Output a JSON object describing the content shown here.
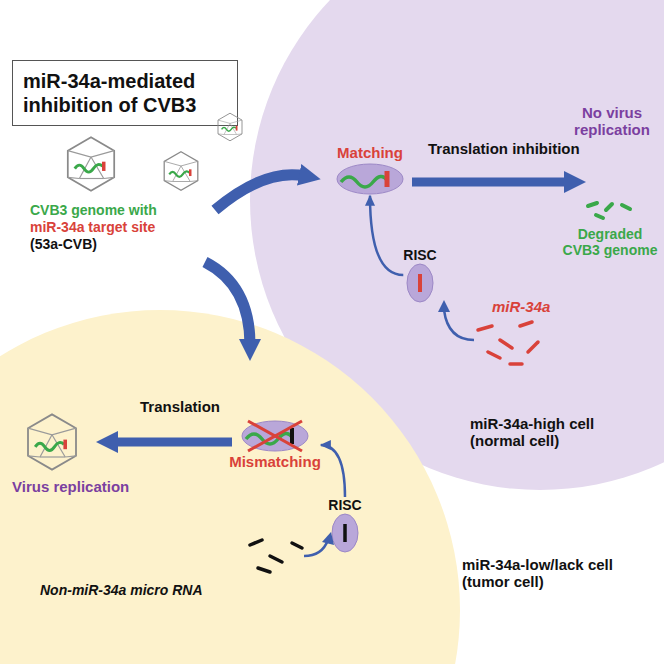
{
  "diagram": {
    "title": "miR-34a-mediated inhibition of CVB3",
    "nodes": [
      {
        "text": [
          "miR-34a-high cell (normal cell)"
        ]
      },
      {
        "text": [
          "miR-34a-low/lack cell (tumor cell)"
        ]
      },
      {
        "text": [
          "Matching"
        ],
        "in": 0
      },
      {
        "text": [
          "RISC"
        ],
        "in": 0
      },
      {
        "text": [
          "Mismatching"
        ],
        "in": 1
      },
      {
        "text": [
          "RISC"
        ],
        "in": 1
      }
    ],
    "edges": [
      {
        "from": 3,
        "to": 2,
        "arrow": "to"
      },
      {
        "from": 5,
        "to": 4,
        "arrow": "to"
      }
    ],
    "labels": [
      "CVB3 genome with",
      "miR-34a target site",
      "(53a-CVB)",
      "Translation inhibition",
      "No virus replication",
      "Degraded CVB3 genome",
      "miR-34a",
      "Translation",
      "Virus replication",
      "Non-miR-34a micro RNA"
    ]
  }
}
